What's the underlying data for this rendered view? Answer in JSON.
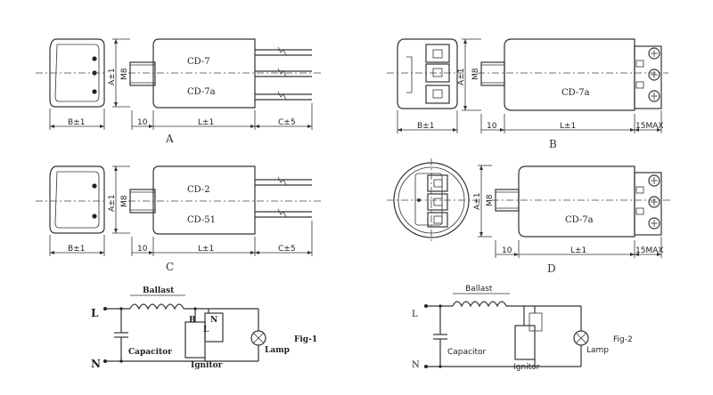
{
  "views": [
    {
      "letter": "A",
      "labels": [
        "CD-7",
        "CD-7a"
      ],
      "dims": {
        "b": "B±1",
        "ten": "10",
        "l": "L±1",
        "c": "C±5",
        "a": "A±1",
        "m": "M8"
      }
    },
    {
      "letter": "B",
      "labels": [
        "CD-7a"
      ],
      "dims": {
        "b": "B±1",
        "ten": "10",
        "l": "L±1",
        "max": "15MAX",
        "a": "A±1",
        "m": "M8"
      }
    },
    {
      "letter": "C",
      "labels": [
        "CD-2",
        "CD-51"
      ],
      "dims": {
        "b": "B±1",
        "ten": "10",
        "l": "L±1",
        "c": "C±5",
        "a": "A±1",
        "m": "M8"
      }
    },
    {
      "letter": "D",
      "labels": [
        "CD-7a"
      ],
      "dims": {
        "ten": "10",
        "l": "L±1",
        "max": "15MAX",
        "a": "A±1",
        "m": "M8"
      }
    }
  ],
  "circuits": [
    {
      "fig": "Fig-1",
      "ballast": "Ballast",
      "capacitor": "Capacitor",
      "ignitor": "Ignitor",
      "lamp": "Lamp",
      "l": "L",
      "n": "N",
      "pin_b": "B",
      "pin_n": "N",
      "pin_l": "L"
    },
    {
      "fig": "Fig-2",
      "ballast": "Ballast",
      "capacitor": "Capacitor",
      "ignitor": "Ignitor",
      "lamp": "Lamp",
      "l": "L",
      "n": "N"
    }
  ]
}
